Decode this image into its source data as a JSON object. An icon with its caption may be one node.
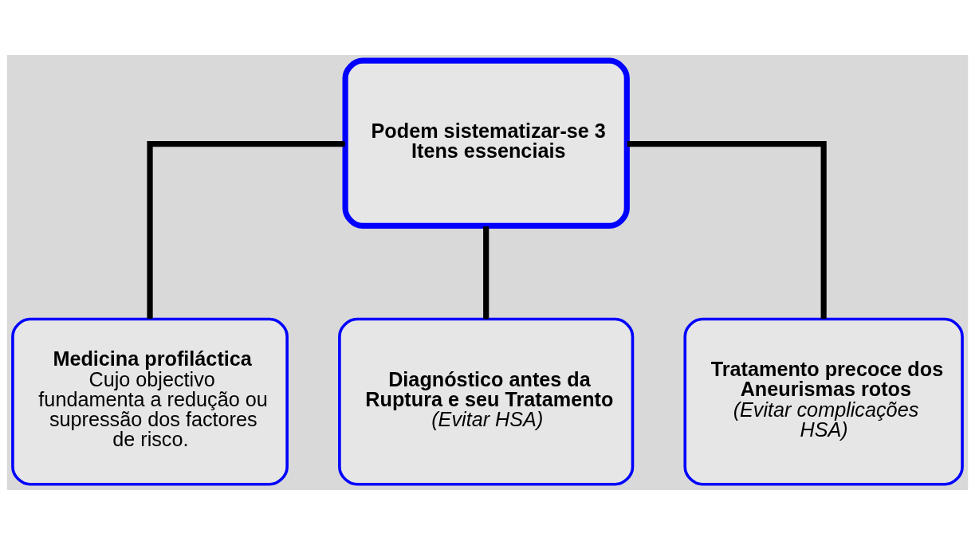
{
  "diagram": {
    "nodes": [
      {
        "text": [
          "Podem sistematizar-se 3 Itens essenciais"
        ]
      },
      {
        "text": [
          "Medicina profiláctica",
          "Cujo objectivo fundamenta a redução ou supressão dos factores de risco."
        ]
      },
      {
        "text": [
          "Diagnóstico antes da Ruptura e seu Tratamento",
          "(Evitar HSA)"
        ]
      },
      {
        "text": [
          "Tratamento precoce dos Aneurismas rotos",
          "(Evitar complicações HSA)"
        ]
      }
    ],
    "edges": [
      {
        "from": 0,
        "to": 1,
        "arrow": "none"
      },
      {
        "from": 0,
        "to": 2,
        "arrow": "none"
      },
      {
        "from": 0,
        "to": 3,
        "arrow": "none"
      }
    ]
  }
}
